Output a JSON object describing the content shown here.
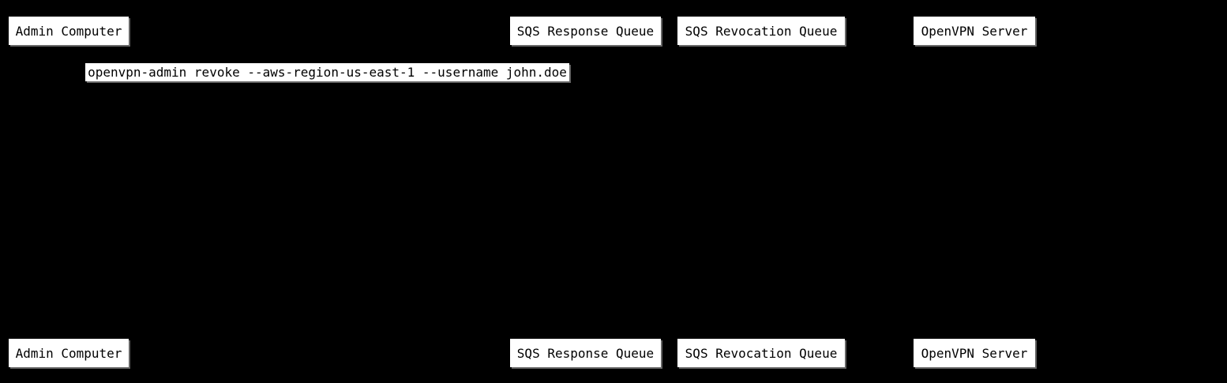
{
  "diagram": {
    "type": "sequence-diagram",
    "colors": {
      "background": "#000000",
      "box_fill": "#ffffff",
      "box_text": "#000000",
      "box_shadow": "#666666"
    }
  },
  "participants": [
    {
      "id": "admin-computer",
      "label": "Admin Computer"
    },
    {
      "id": "sqs-response-queue",
      "label": "SQS Response Queue"
    },
    {
      "id": "sqs-revocation-queue",
      "label": "SQS Revocation Queue"
    },
    {
      "id": "openvpn-server",
      "label": "OpenVPN Server"
    }
  ],
  "messages": [
    {
      "label": "openvpn-admin revoke --aws-region-us-east-1 --username john.doe"
    }
  ]
}
